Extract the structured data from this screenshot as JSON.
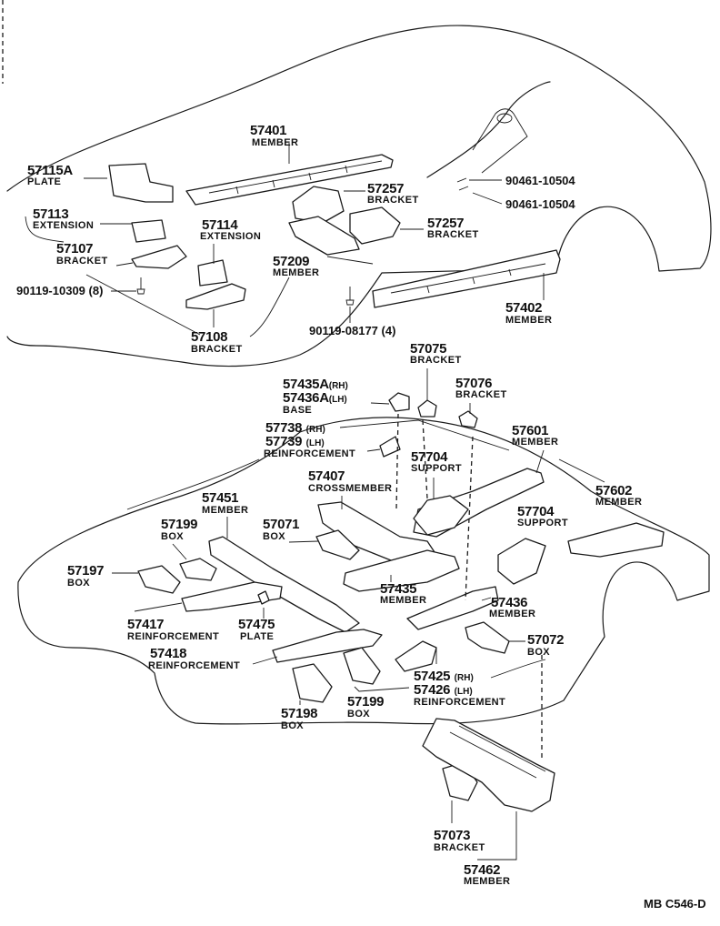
{
  "labels": {
    "p57401": "57401",
    "n57401": "MEMBER",
    "p57115A": "57115A",
    "n57115A": "PLATE",
    "p57113": "57113",
    "n57113": "EXTENSION",
    "p57107": "57107",
    "n57107": "BRACKET",
    "bolt1": "90119-10309",
    "bolt1q": "(8)",
    "p57114": "57114",
    "n57114": "EXTENSION",
    "p57108": "57108",
    "n57108": "BRACKET",
    "p57257a": "57257",
    "n57257a": "BRACKET",
    "p57257b": "57257",
    "n57257b": "BRACKET",
    "p57209": "57209",
    "n57209": "MEMBER",
    "bolt2": "90119-08177",
    "bolt2q": "(4)",
    "bolt3": "90461-10504",
    "bolt4": "90461-10504",
    "p57402": "57402",
    "n57402": "MEMBER",
    "p57075": "57075",
    "n57075": "BRACKET",
    "p57076": "57076",
    "n57076": "BRACKET",
    "p57435A": "57435A",
    "rh1": "(RH)",
    "p57436A": "57436A",
    "lh1": "(LH)",
    "n57435A": "BASE",
    "p57738": "57738",
    "rh2": "(RH)",
    "p57739": "57739",
    "lh2": "(LH)",
    "n57738": "REINFORCEMENT",
    "p57601": "57601",
    "n57601": "MEMBER",
    "p57704a": "57704",
    "n57704a": "SUPPORT",
    "p57407": "57407",
    "n57407": "CROSSMEMBER",
    "p57602": "57602",
    "n57602": "MEMBER",
    "p57704b": "57704",
    "n57704b": "SUPPORT",
    "p57451": "57451",
    "n57451": "MEMBER",
    "p57199a": "57199",
    "n57199a": "BOX",
    "p57071": "57071",
    "n57071": "BOX",
    "p57197": "57197",
    "n57197": "BOX",
    "p57435": "57435",
    "n57435": "MEMBER",
    "p57436": "57436",
    "n57436": "MEMBER",
    "p57417": "57417",
    "n57417": "REINFORCEMENT",
    "p57475": "57475",
    "n57475": "PLATE",
    "p57072": "57072",
    "n57072": "BOX",
    "p57418": "57418",
    "n57418": "REINFORCEMENT",
    "p57425": "57425",
    "rh3": "(RH)",
    "p57426": "57426",
    "lh3": "(LH)",
    "n57425": "REINFORCEMENT",
    "p57198": "57198",
    "n57198": "BOX",
    "p57199b": "57199",
    "n57199b": "BOX",
    "p57073": "57073",
    "n57073": "BRACKET",
    "p57462": "57462",
    "n57462": "MEMBER",
    "code": "MB  C546-D"
  }
}
